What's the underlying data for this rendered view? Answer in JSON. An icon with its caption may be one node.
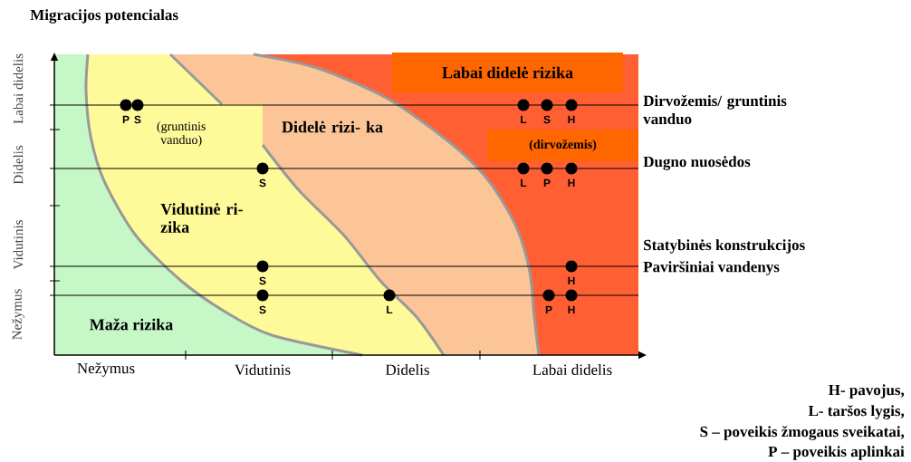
{
  "diagram": {
    "title": "Migracijos potencialas",
    "nodes": [
      {
        "text": [
          "Maža rizika"
        ]
      },
      {
        "text": [
          "Vidutinė ri- zika"
        ]
      },
      {
        "text": [
          "Didelė rizi- ka"
        ]
      },
      {
        "text": [
          "Labai didelė rizika"
        ]
      },
      {
        "text": [
          "(dirvožemis)"
        ]
      }
    ],
    "labels": [
      "Labai didelis",
      "Didelis",
      "Vidutinis",
      "Nežymus",
      "P",
      "S",
      "(gruntinis vanduo)",
      "L",
      "S",
      "H",
      "Dirvožemis/ gruntinis vanduo",
      "S",
      "L",
      "P",
      "H",
      "Dugno nuosėdos",
      "Statybinės konstrukcijos",
      "S",
      "H",
      "Paviršiniai vandenys",
      "S",
      "L",
      "P",
      "H",
      "Nežymus",
      "Vidutinis",
      "Didelis",
      "Labai didelis",
      "H- pavojus,",
      "L- taršos lygis,",
      "S – poveikis žmogaus sveikatai,",
      "P – poveikis aplinkai"
    ]
  }
}
